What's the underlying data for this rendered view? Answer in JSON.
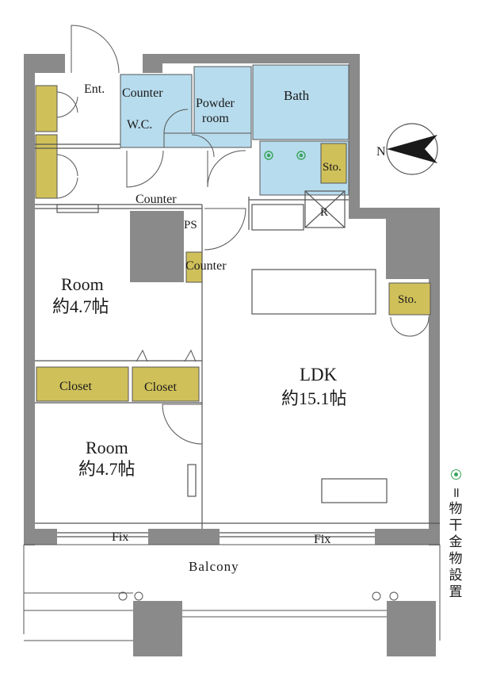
{
  "labels": {
    "ent": "Ent.",
    "counter_wc": "Counter",
    "wc": "W.C.",
    "powder": "Powder",
    "powder2": "room",
    "bath": "Bath",
    "sto_bath": "Sto.",
    "counter_hall": "Counter",
    "ps": "PS",
    "counter_mid": "Counter",
    "fridge": "R",
    "sto_ldk": "Sto.",
    "room1": "Room",
    "room1_size": "約4.7帖",
    "closet1": "Closet",
    "closet2": "Closet",
    "room2": "Room",
    "room2_size": "約4.7帖",
    "ldk": "LDK",
    "ldk_size": "約15.1帖",
    "fix1": "Fix",
    "fix2": "Fix",
    "balcony": "Balcony",
    "north": "N"
  },
  "legend": {
    "eq": "=",
    "text": "物干金物設置"
  },
  "colors": {
    "wall": "#8a8a8a",
    "wet": "#b7dced",
    "closet": "#cfc05a",
    "line": "#555555",
    "hanger": "#3aa35a"
  }
}
